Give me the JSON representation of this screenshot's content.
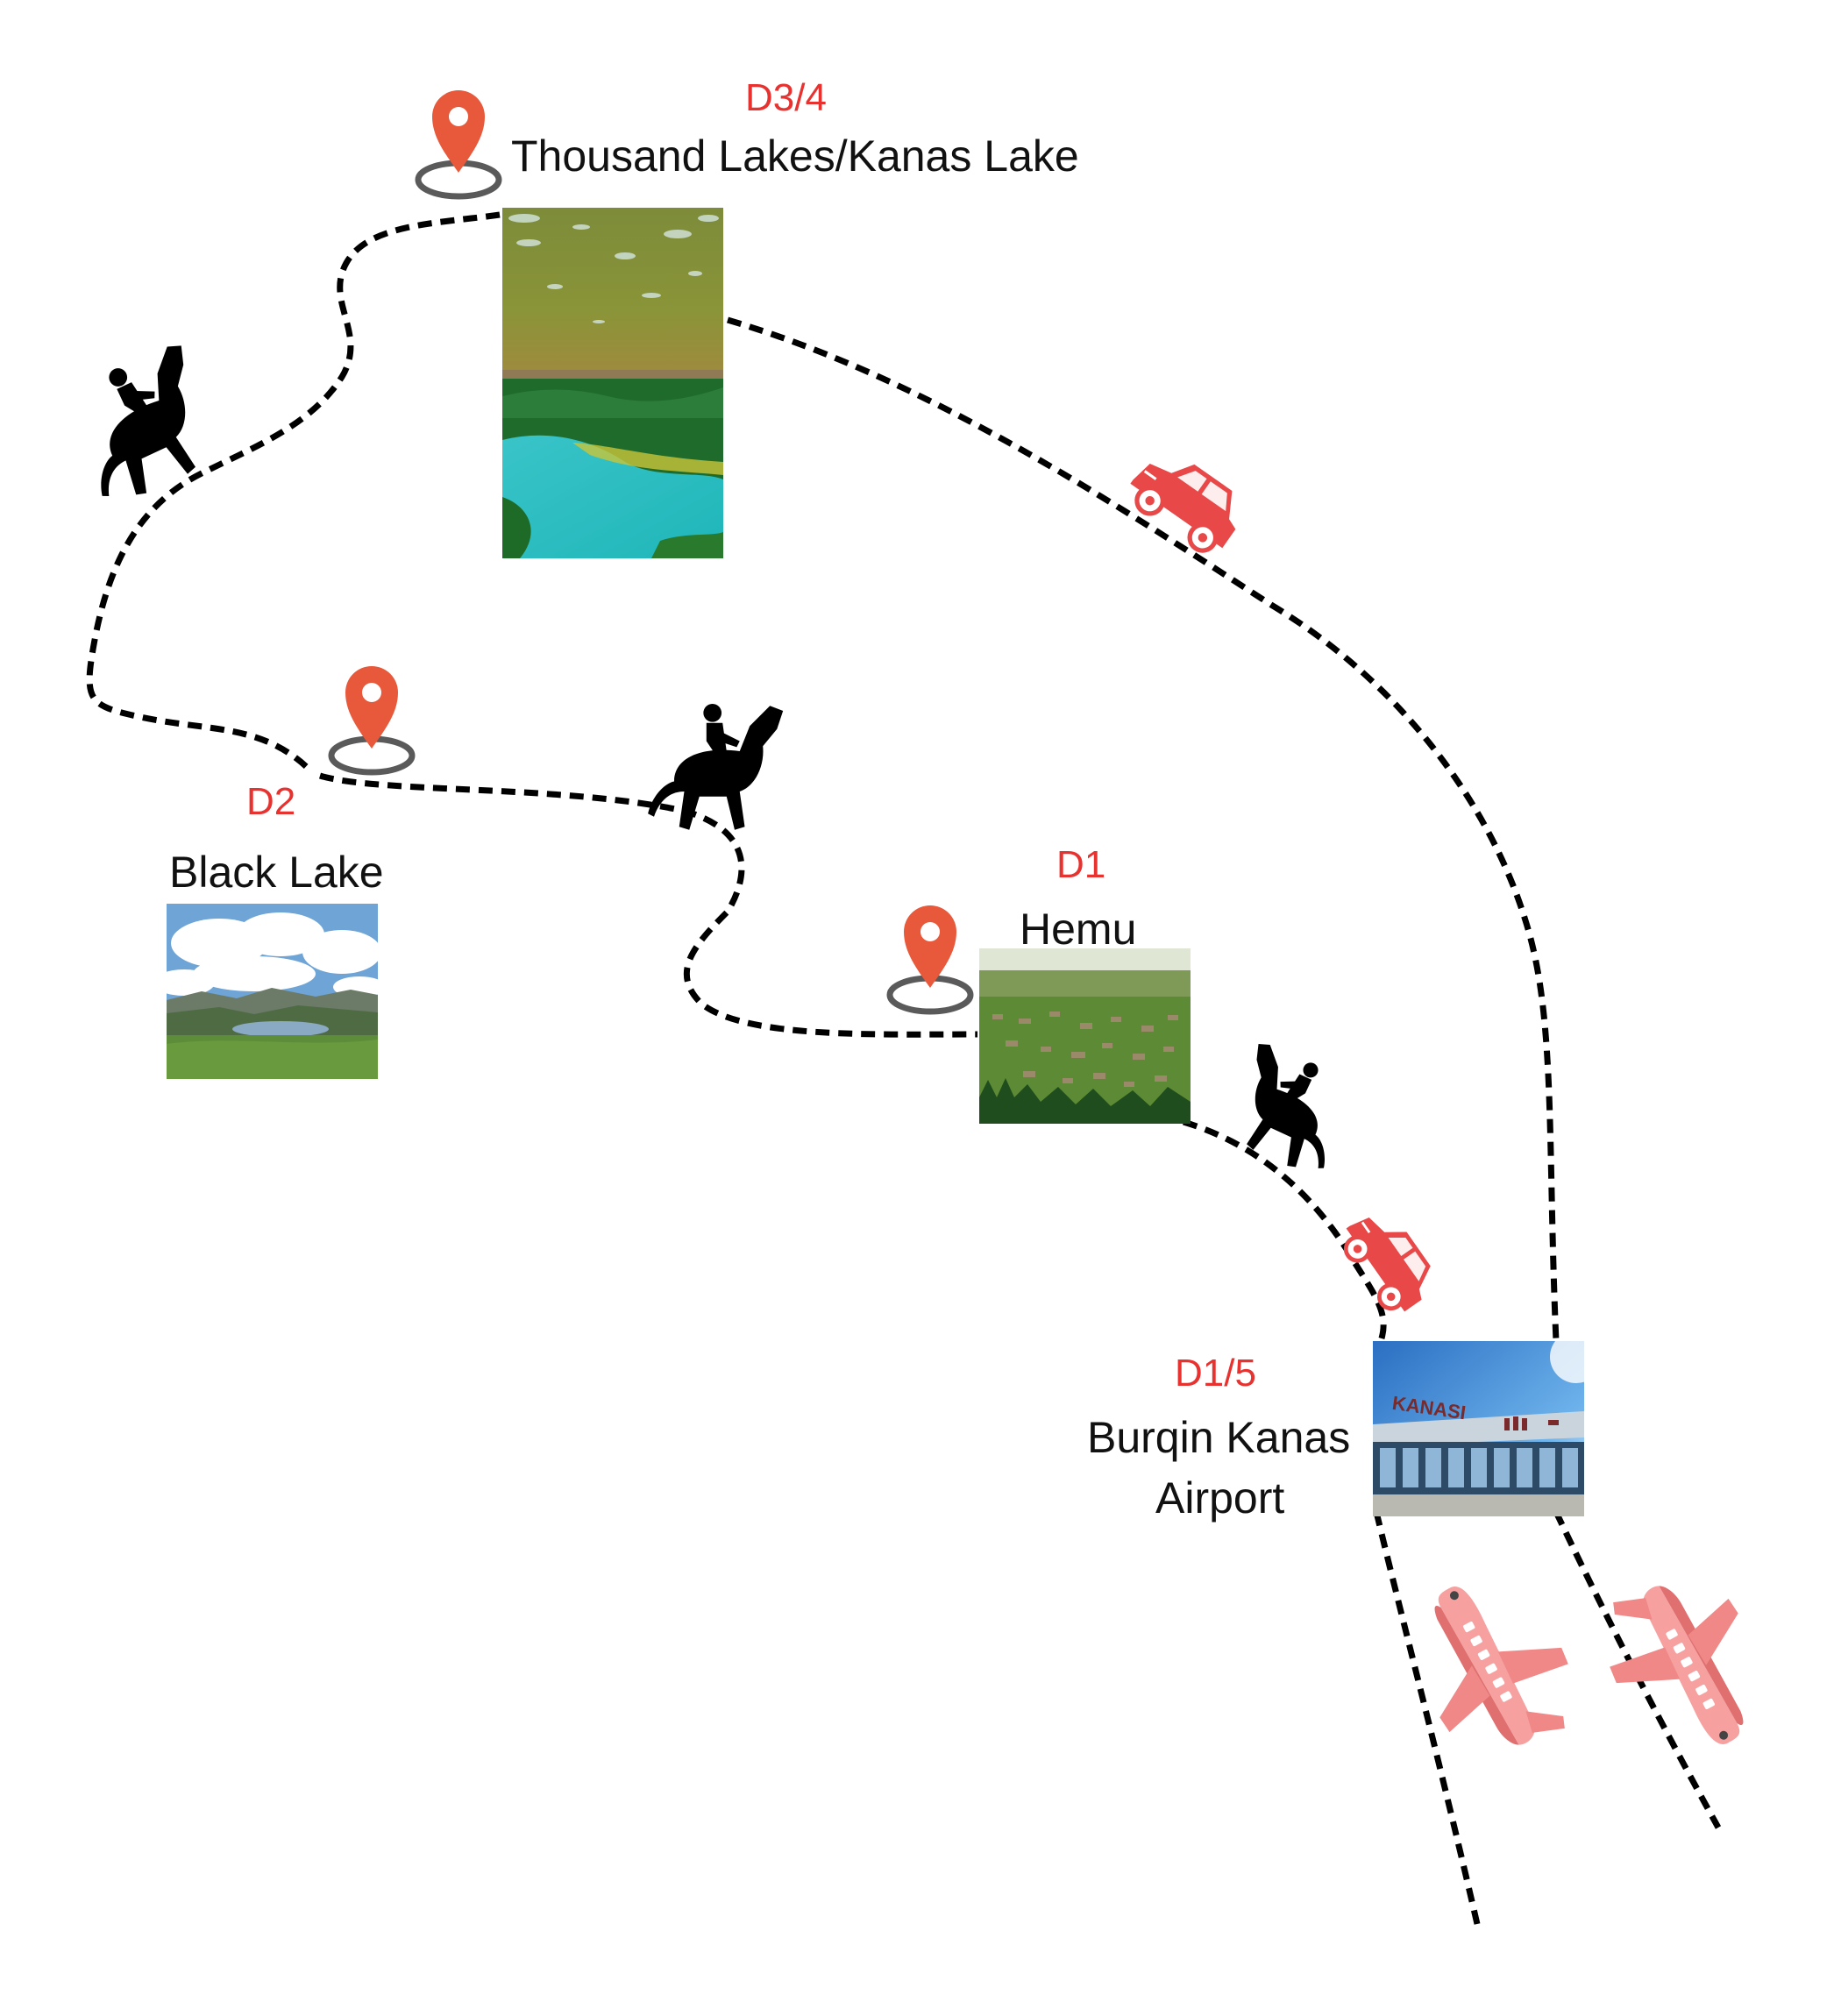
{
  "colors": {
    "day": "#e8322f",
    "text": "#111111",
    "pin": "#e8583a",
    "pin_base": "#5a5a5a",
    "route": "#000000",
    "car": "#e84848",
    "plane": "#f08888"
  },
  "stops": {
    "thousand_lakes": {
      "day": "D3/4",
      "name": "Thousand Lakes/Kanas Lake"
    },
    "black_lake": {
      "day": "D2",
      "name": "Black Lake"
    },
    "hemu": {
      "day": "D1",
      "name": "Hemu"
    },
    "airport": {
      "day": "D1/5",
      "name_line1": "Burqin Kanas",
      "name_line2": "Airport",
      "sign_text": "KANASI"
    }
  },
  "icons": {
    "pins": [
      "map-pin-icon",
      "map-pin-icon",
      "map-pin-icon"
    ],
    "horses": [
      "horse-rider-icon",
      "horse-rider-icon",
      "horse-rider-icon"
    ],
    "cars": [
      "car-icon",
      "car-icon"
    ],
    "planes": [
      "airplane-icon",
      "airplane-icon"
    ]
  }
}
